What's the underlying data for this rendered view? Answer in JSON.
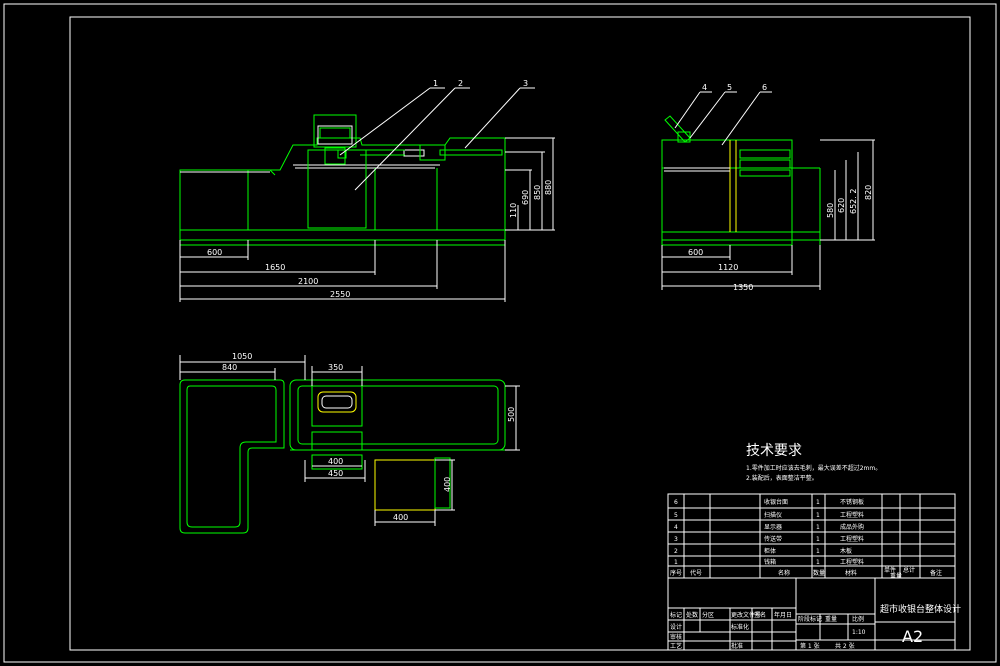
{
  "elevation_dims": {
    "d600": "600",
    "d1650": "1650",
    "d2100": "2100",
    "d2550": "2550",
    "d110": "110",
    "d690": "690",
    "d850": "850",
    "d880": "880"
  },
  "side_dims": {
    "d600": "600",
    "d1120": "1120",
    "d1350": "1350",
    "d580": "580",
    "d620": "620",
    "d652": "652. 2",
    "d820": "820"
  },
  "plan_dims": {
    "d1050": "1050",
    "d840": "840",
    "d350": "350",
    "d500": "500",
    "d400a": "400",
    "d450": "450",
    "d400b": "400",
    "d400c": "400"
  },
  "balloons": [
    "1",
    "2",
    "3",
    "4",
    "5",
    "6"
  ],
  "tech": {
    "heading": "技术要求",
    "note1": "1.零件加工时应该去毛刺，最大误差不超过2mm。",
    "note2": "2.装配后，表面整洁平整。"
  },
  "bom": {
    "rows": [
      {
        "no": "6",
        "name": "收银台面",
        "qty": "1",
        "material": "不锈钢板",
        "note": ""
      },
      {
        "no": "5",
        "name": "扫描仪",
        "qty": "1",
        "material": "工程塑料",
        "note": ""
      },
      {
        "no": "4",
        "name": "显示器",
        "qty": "1",
        "material": "成品外购",
        "note": ""
      },
      {
        "no": "3",
        "name": "传送带",
        "qty": "1",
        "material": "工程塑料",
        "note": ""
      },
      {
        "no": "2",
        "name": "柜体",
        "qty": "1",
        "material": "木板",
        "note": ""
      },
      {
        "no": "1",
        "name": "钱箱",
        "qty": "1",
        "material": "工程塑料",
        "note": ""
      }
    ],
    "header": {
      "no": "序号",
      "code": "代号",
      "name": "名称",
      "qty": "数量",
      "material": "材料",
      "single": "单件",
      "total": "总计",
      "weight": "重量",
      "note": "备注"
    }
  },
  "title_block": {
    "title": "超市收银台整体设计",
    "sheet_size": "A2",
    "labels": {
      "mark": "标记",
      "count": "处数",
      "zone": "分区",
      "change_doc": "更改文件号",
      "sign": "签名",
      "date": "年月日",
      "design": "设计",
      "standard": "标准化",
      "stage": "阶段标记",
      "weight": "重量",
      "ratio": "比例",
      "review": "审核",
      "process": "工艺",
      "approve": "批准",
      "sheet": "第 1 张",
      "sheets": "共 2 张"
    },
    "ratio_value": "1:10"
  }
}
